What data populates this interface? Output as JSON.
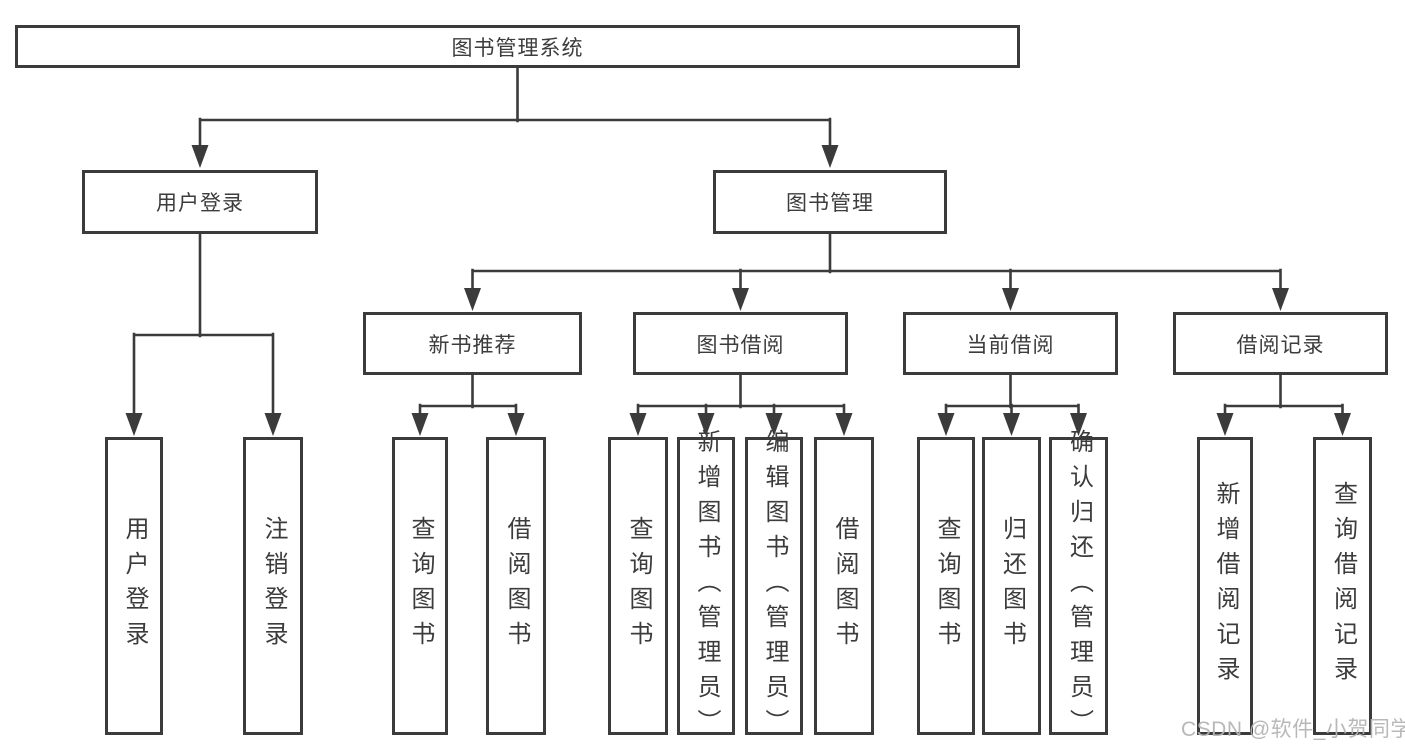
{
  "colors": {
    "line": "#3b3b3b",
    "text": "#3c3c3c",
    "background": "#ffffff",
    "watermark": "#b5b5b5"
  },
  "diagram": {
    "root": {
      "label": "图书管理系统"
    },
    "level2": {
      "user_login_branch": {
        "label": "用户登录"
      },
      "book_management_branch": {
        "label": "图书管理"
      }
    },
    "level3": {
      "new_book_recommend": {
        "label": "新书推荐",
        "parent": "图书管理"
      },
      "book_borrowing": {
        "label": "图书借阅",
        "parent": "图书管理"
      },
      "current_borrowing": {
        "label": "当前借阅",
        "parent": "图书管理"
      },
      "borrowing_records": {
        "label": "借阅记录",
        "parent": "图书管理"
      }
    },
    "leaves": {
      "user_login": {
        "label": "用户登录",
        "parent": "用户登录"
      },
      "logout": {
        "label": "注销登录",
        "parent": "用户登录"
      },
      "query_books_a": {
        "label": "查询图书",
        "parent": "新书推荐"
      },
      "borrow_books_a": {
        "label": "借阅图书",
        "parent": "新书推荐"
      },
      "query_books_b": {
        "label": "查询图书",
        "parent": "图书借阅"
      },
      "add_books_admin": {
        "label": "新增图书（管理员）",
        "parent": "图书借阅"
      },
      "edit_books_admin": {
        "label": "编辑图书（管理员）",
        "parent": "图书借阅"
      },
      "borrow_books_b": {
        "label": "借阅图书",
        "parent": "图书借阅"
      },
      "query_books_c": {
        "label": "查询图书",
        "parent": "当前借阅"
      },
      "return_books": {
        "label": "归还图书",
        "parent": "当前借阅"
      },
      "confirm_return_admin": {
        "label": "确认归还（管理员）",
        "parent": "当前借阅"
      },
      "add_borrow_record": {
        "label": "新增借阅记录",
        "parent": "借阅记录"
      },
      "query_borrow_record": {
        "label": "查询借阅记录",
        "parent": "借阅记录"
      }
    }
  },
  "watermark": {
    "text": "CSDN @软件_小贺同学"
  }
}
